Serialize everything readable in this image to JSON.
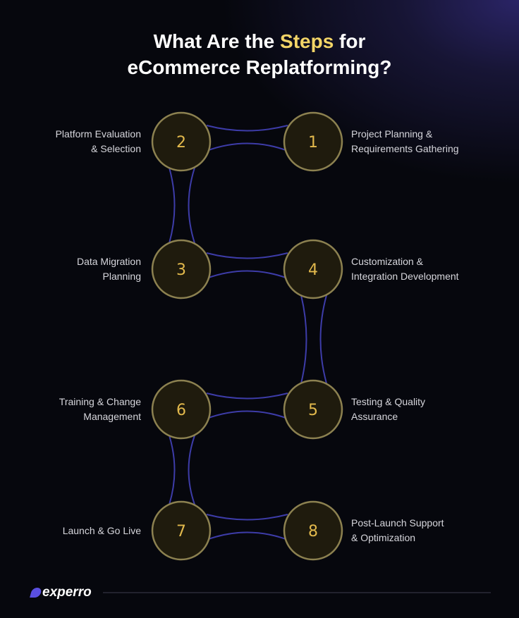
{
  "title": {
    "part1": "What Are the ",
    "highlight": "Steps",
    "part2": " for",
    "line2": "eCommerce Replatforming?"
  },
  "steps": [
    {
      "number": "1",
      "label": "Project Planning &\nRequirements Gathering"
    },
    {
      "number": "2",
      "label": "Platform Evaluation\n& Selection"
    },
    {
      "number": "3",
      "label": "Data Migration\nPlanning"
    },
    {
      "number": "4",
      "label": "Customization &\nIntegration Development"
    },
    {
      "number": "5",
      "label": "Testing & Quality\nAssurance"
    },
    {
      "number": "6",
      "label": "Training & Change\nManagement"
    },
    {
      "number": "7",
      "label": "Launch &  Go Live"
    },
    {
      "number": "8",
      "label": "Post-Launch Support\n& Optimization"
    }
  ],
  "brand": {
    "name": "experro"
  },
  "colors": {
    "accent": "#f3d567",
    "circle_fill": "#1f1b0d",
    "circle_stroke": "#8c8150",
    "number": "#e2b94c",
    "connector": "#3d3ca8"
  }
}
